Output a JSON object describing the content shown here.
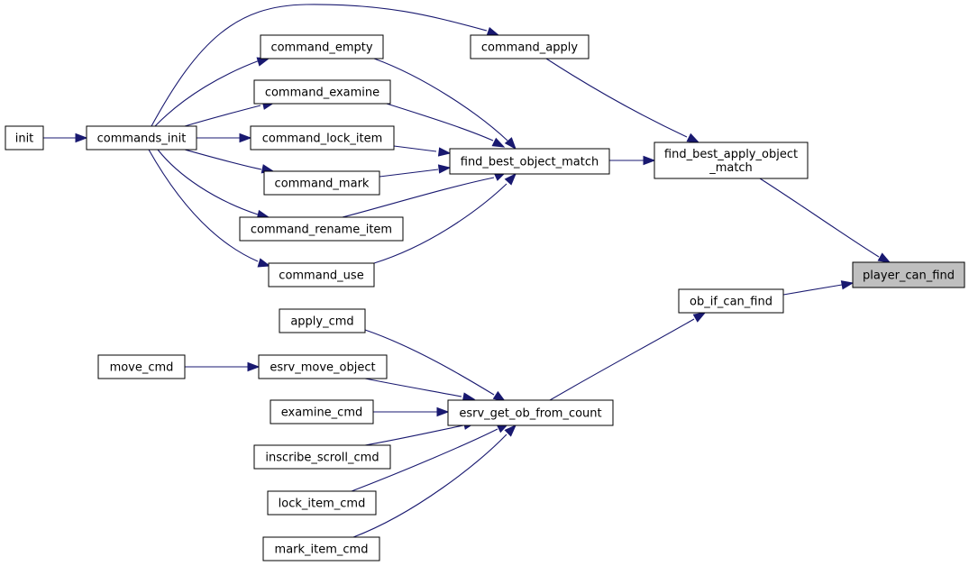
{
  "diagram": {
    "type": "call-graph",
    "colors": {
      "edge": "#191970",
      "node_fill": "#ffffff",
      "node_border": "#000000",
      "highlight_fill": "#bfbfbf"
    },
    "nodes": [
      {
        "id": "init",
        "lines": [
          "init"
        ]
      },
      {
        "id": "commands_init",
        "lines": [
          "commands_init"
        ]
      },
      {
        "id": "command_empty",
        "lines": [
          "command_empty"
        ]
      },
      {
        "id": "command_examine",
        "lines": [
          "command_examine"
        ]
      },
      {
        "id": "command_lock_item",
        "lines": [
          "command_lock_item"
        ]
      },
      {
        "id": "command_mark",
        "lines": [
          "command_mark"
        ]
      },
      {
        "id": "command_rename_item",
        "lines": [
          "command_rename_item"
        ]
      },
      {
        "id": "command_use",
        "lines": [
          "command_use"
        ]
      },
      {
        "id": "command_apply",
        "lines": [
          "command_apply"
        ]
      },
      {
        "id": "find_best_object_match",
        "lines": [
          "find_best_object_match"
        ]
      },
      {
        "id": "find_best_apply_object_match",
        "lines": [
          "find_best_apply_object",
          "_match"
        ]
      },
      {
        "id": "player_can_find",
        "lines": [
          "player_can_find"
        ],
        "highlight": true
      },
      {
        "id": "ob_if_can_find",
        "lines": [
          "ob_if_can_find"
        ]
      },
      {
        "id": "apply_cmd",
        "lines": [
          "apply_cmd"
        ]
      },
      {
        "id": "move_cmd",
        "lines": [
          "move_cmd"
        ]
      },
      {
        "id": "esrv_move_object",
        "lines": [
          "esrv_move_object"
        ]
      },
      {
        "id": "examine_cmd",
        "lines": [
          "examine_cmd"
        ]
      },
      {
        "id": "esrv_get_ob_from_count",
        "lines": [
          "esrv_get_ob_from_count"
        ]
      },
      {
        "id": "inscribe_scroll_cmd",
        "lines": [
          "inscribe_scroll_cmd"
        ]
      },
      {
        "id": "lock_item_cmd",
        "lines": [
          "lock_item_cmd"
        ]
      },
      {
        "id": "mark_item_cmd",
        "lines": [
          "mark_item_cmd"
        ]
      }
    ],
    "edges": [
      {
        "from": "init",
        "to": "commands_init"
      },
      {
        "from": "commands_init",
        "to": "command_empty"
      },
      {
        "from": "commands_init",
        "to": "command_examine"
      },
      {
        "from": "commands_init",
        "to": "command_lock_item"
      },
      {
        "from": "commands_init",
        "to": "command_mark"
      },
      {
        "from": "commands_init",
        "to": "command_rename_item"
      },
      {
        "from": "commands_init",
        "to": "command_use"
      },
      {
        "from": "commands_init",
        "to": "command_apply"
      },
      {
        "from": "command_empty",
        "to": "find_best_object_match"
      },
      {
        "from": "command_examine",
        "to": "find_best_object_match"
      },
      {
        "from": "command_lock_item",
        "to": "find_best_object_match"
      },
      {
        "from": "command_mark",
        "to": "find_best_object_match"
      },
      {
        "from": "command_rename_item",
        "to": "find_best_object_match"
      },
      {
        "from": "command_use",
        "to": "find_best_object_match"
      },
      {
        "from": "find_best_object_match",
        "to": "find_best_apply_object_match"
      },
      {
        "from": "command_apply",
        "to": "find_best_apply_object_match"
      },
      {
        "from": "find_best_apply_object_match",
        "to": "player_can_find"
      },
      {
        "from": "ob_if_can_find",
        "to": "player_can_find"
      },
      {
        "from": "esrv_get_ob_from_count",
        "to": "ob_if_can_find"
      },
      {
        "from": "apply_cmd",
        "to": "esrv_get_ob_from_count"
      },
      {
        "from": "move_cmd",
        "to": "esrv_move_object"
      },
      {
        "from": "esrv_move_object",
        "to": "esrv_get_ob_from_count"
      },
      {
        "from": "examine_cmd",
        "to": "esrv_get_ob_from_count"
      },
      {
        "from": "inscribe_scroll_cmd",
        "to": "esrv_get_ob_from_count"
      },
      {
        "from": "lock_item_cmd",
        "to": "esrv_get_ob_from_count"
      },
      {
        "from": "mark_item_cmd",
        "to": "esrv_get_ob_from_count"
      }
    ]
  }
}
